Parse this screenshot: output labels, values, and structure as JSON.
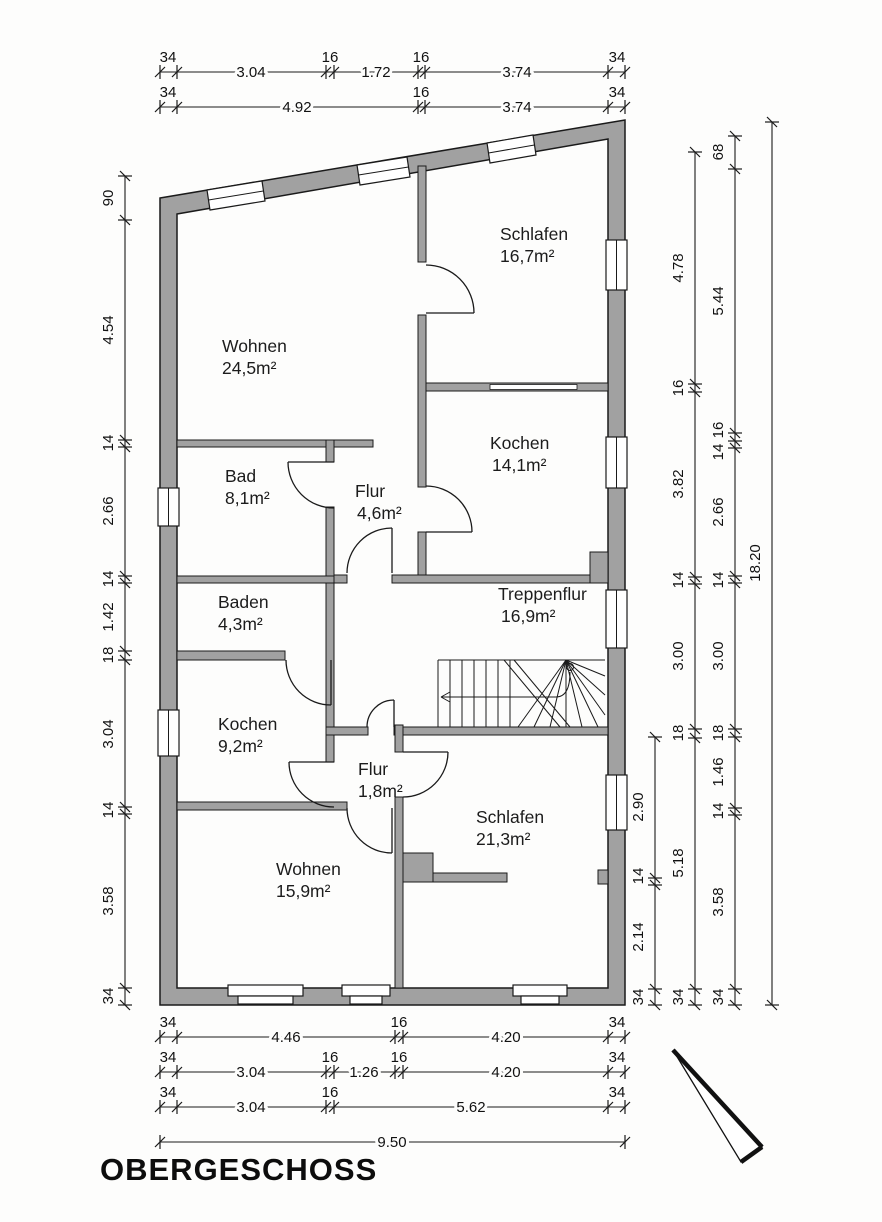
{
  "title": "OBERGESCHOSS",
  "rooms": [
    {
      "id": "wohnen-24-5",
      "name": "Wohnen",
      "area": "24,5m²"
    },
    {
      "id": "schlafen-16-7",
      "name": "Schlafen",
      "area": "16,7m²"
    },
    {
      "id": "bad-8-1",
      "name": "Bad",
      "area": "8,1m²"
    },
    {
      "id": "flur-4-6",
      "name": "Flur",
      "area": "4,6m²"
    },
    {
      "id": "kochen-14-1",
      "name": "Kochen",
      "area": "14,1m²"
    },
    {
      "id": "baden-4-3",
      "name": "Baden",
      "area": "4,3m²"
    },
    {
      "id": "treppenflur-16-9",
      "name": "Treppenflur",
      "area": "16,9m²"
    },
    {
      "id": "kochen-9-2",
      "name": "Kochen",
      "area": "9,2m²"
    },
    {
      "id": "flur-1-8",
      "name": "Flur",
      "area": "1,8m²"
    },
    {
      "id": "schlafen-21-3",
      "name": "Schlafen",
      "area": "21,3m²"
    },
    {
      "id": "wohnen-15-9",
      "name": "Wohnen",
      "area": "15,9m²"
    }
  ],
  "dims": {
    "top1": [
      "34",
      "3.04",
      "16",
      "1.72",
      "16",
      "3.74",
      "34"
    ],
    "top2": [
      "34",
      "4.92",
      "16",
      "3.74",
      "34"
    ],
    "bottom1": [
      "34",
      "4.46",
      "16",
      "4.20",
      "34"
    ],
    "bottom2": [
      "34",
      "3.04",
      "16",
      "1.26",
      "16",
      "4.20",
      "34"
    ],
    "bottom3": [
      "34",
      "3.04",
      "16",
      "5.62",
      "34"
    ],
    "bottom_total": "9.50",
    "left": [
      "90",
      "4.54",
      "14",
      "2.66",
      "14",
      "1.42",
      "18",
      "3.04",
      "14",
      "3.58",
      "34"
    ],
    "right_inner": [
      "4.78",
      "16",
      "3.82",
      "14",
      "3.00",
      "18",
      "5.18",
      "34"
    ],
    "right_mid": [
      "68",
      "5.44",
      "16",
      "14",
      "2.66",
      "14",
      "3.00",
      "18",
      "1.46",
      "14",
      "3.58",
      "34"
    ],
    "right_bottom": [
      "2.90",
      "14",
      "2.14",
      "34"
    ],
    "right_total": "18.20"
  }
}
